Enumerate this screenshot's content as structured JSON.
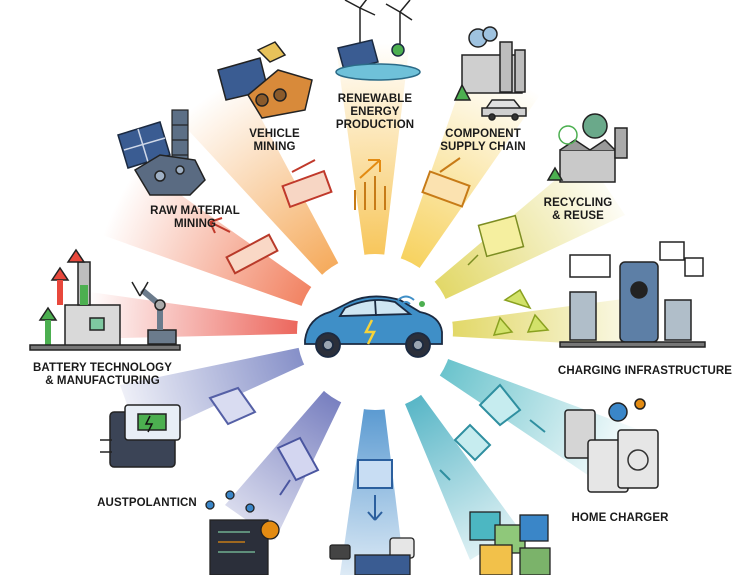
{
  "diagram": {
    "hub": {
      "name": "Electric Vehicle"
    },
    "segments": [
      {
        "id": "battery",
        "label": "BATTERY TECHNOLOGY\n& MANUFACTURING",
        "color": "#e8483c"
      },
      {
        "id": "raw",
        "label": "RAW MATERIAL\nMINING",
        "color": "#ef6a43"
      },
      {
        "id": "vehicle",
        "label": "VEHICLE\nMINING",
        "color": "#f39a3c"
      },
      {
        "id": "renewable",
        "label": "RENEWABLE\nENERGY\nPRODUCTION",
        "color": "#f6bb3a"
      },
      {
        "id": "component",
        "label": "COMPONENT\nSUPPLY CHAIN",
        "color": "#f5c93f"
      },
      {
        "id": "recycling",
        "label": "RECYCLING\n& REUSE",
        "color": "#e3d04a"
      },
      {
        "id": "charging",
        "label": "CHARGING INFRASTRUCTURE",
        "color": "#c9d45a"
      },
      {
        "id": "home",
        "label": "HOME CHARGER",
        "color": "#4cb7c2"
      },
      {
        "id": "teal2",
        "label": "",
        "color": "#36a7bb"
      },
      {
        "id": "blue",
        "label": "",
        "color": "#3a86c8"
      },
      {
        "id": "indigo",
        "label": "",
        "color": "#5d66b3"
      },
      {
        "id": "autopilot",
        "label": "AUSTPOLANTICN",
        "color": "#6d79bd"
      }
    ]
  }
}
